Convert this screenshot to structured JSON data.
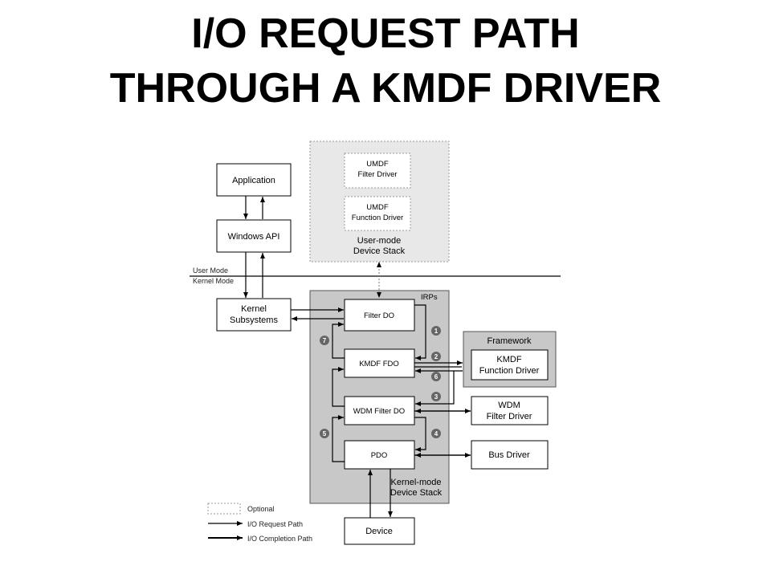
{
  "title": {
    "line1": "I/O REQUEST PATH",
    "line2": "THROUGH A KMDF DRIVER"
  },
  "diagram": {
    "application": "Application",
    "windows_api": "Windows API",
    "kernel_subsystems": [
      "Kernel",
      "Subsystems"
    ],
    "user_mode": "User Mode",
    "kernel_mode": "Kernel Mode",
    "umdf_filter": [
      "UMDF",
      "Filter  Driver"
    ],
    "umdf_function": [
      "UMDF",
      "Function Driver"
    ],
    "user_stack": [
      "User-mode",
      "Device Stack"
    ],
    "irps": "IRPs",
    "filter_do": "Filter DO",
    "kmdf_fdo": "KMDF FDO",
    "wdm_filter_do": "WDM Filter DO",
    "pdo": "PDO",
    "kernel_stack": [
      "Kernel-mode",
      "Device Stack"
    ],
    "framework": "Framework",
    "kmdf_function": [
      "KMDF",
      "Function Driver"
    ],
    "wdm_filter_driver": [
      "WDM",
      "Filter Driver"
    ],
    "bus_driver": "Bus Driver",
    "device": "Device",
    "steps": [
      "1",
      "2",
      "3",
      "4",
      "5",
      "6",
      "7"
    ]
  },
  "legend": {
    "optional": "Optional",
    "request_path": "I/O Request Path",
    "completion_path": "I/O Completion Path"
  }
}
